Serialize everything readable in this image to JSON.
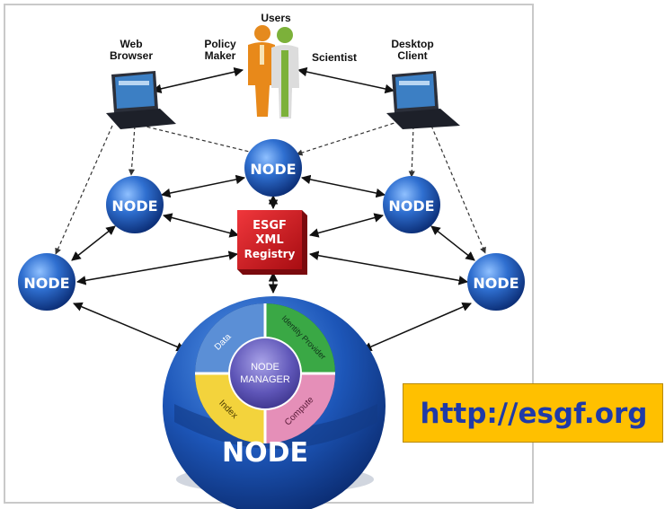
{
  "labels": {
    "users": "Users",
    "policy_maker_line1": "Policy",
    "policy_maker_line2": "Maker",
    "scientist": "Scientist",
    "web_browser_line1": "Web",
    "web_browser_line2": "Browser",
    "desktop_client_line1": "Desktop",
    "desktop_client_line2": "Client"
  },
  "nodes": {
    "top": "NODE",
    "upper_left": "NODE",
    "upper_right": "NODE",
    "left": "NODE",
    "right": "NODE"
  },
  "registry": {
    "line1": "ESGF",
    "line2": "XML",
    "line3": "Registry"
  },
  "node_manager": {
    "line1": "NODE",
    "line2": "MANAGER",
    "segments": [
      "Data",
      "Identity Provider",
      "Compute",
      "Index"
    ],
    "big_label": "NODE"
  },
  "url": "http://esgf.org",
  "colors": {
    "node_blue": "#1a4fa0",
    "registry_red": "#d8161c",
    "url_box": "#ffc000",
    "url_text": "#1f3aa8",
    "segment_data": "#5b8fd6",
    "segment_identity": "#3aa845",
    "segment_compute": "#e58fb8",
    "segment_index": "#f3d33c"
  }
}
